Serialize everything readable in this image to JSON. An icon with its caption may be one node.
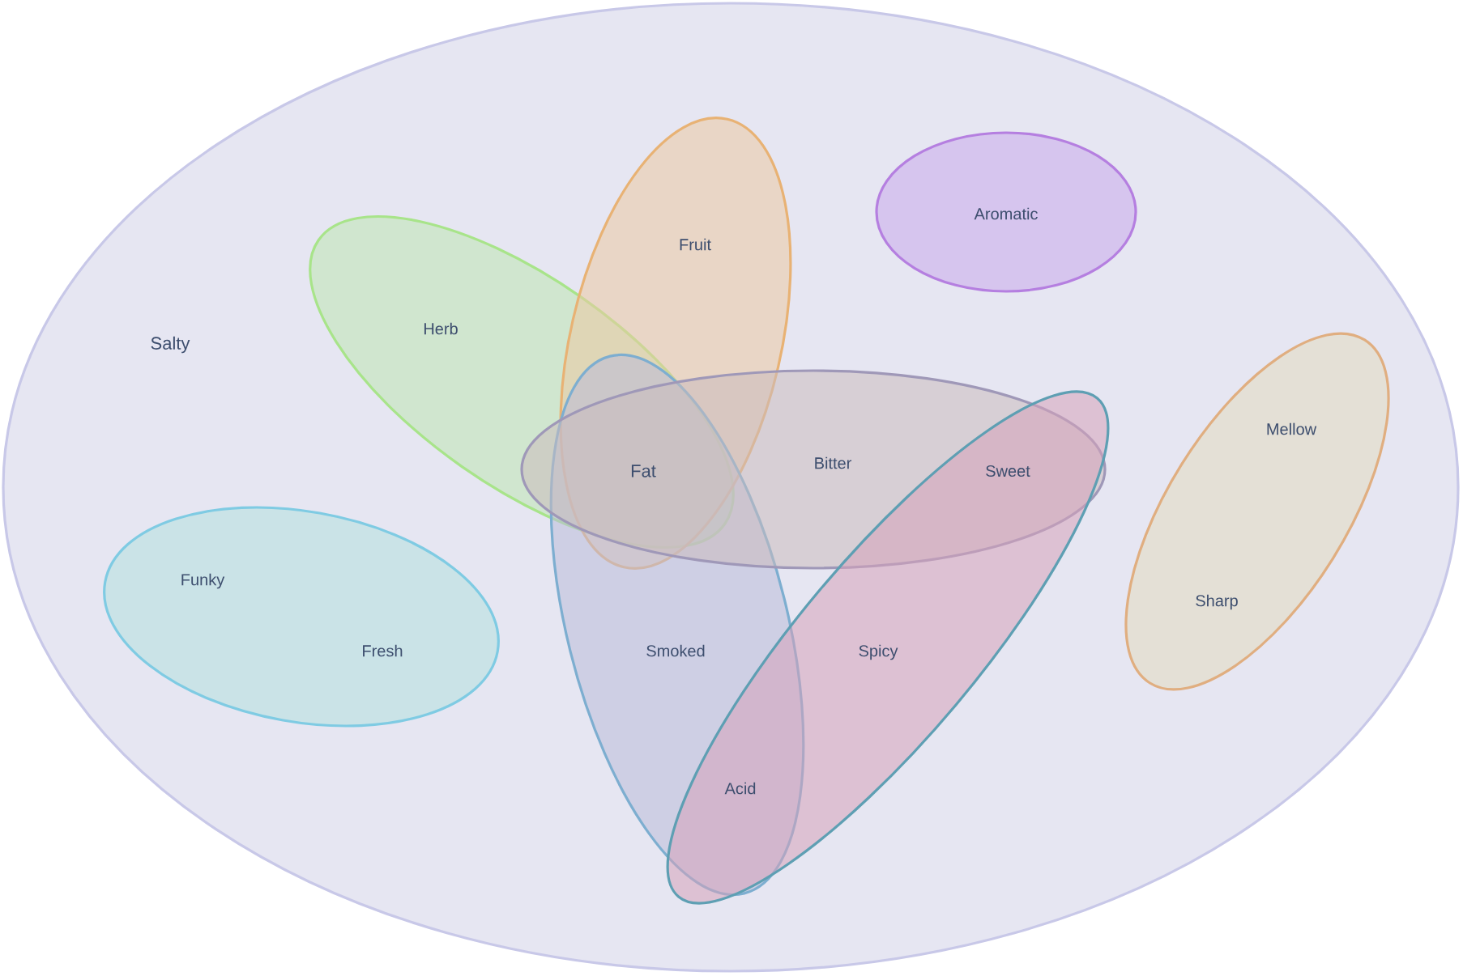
{
  "diagram": {
    "nodes": [
      {
        "text": [
          "Salty"
        ]
      },
      {
        "text": [
          "Aromatic"
        ],
        "in": 0
      },
      {
        "text": [
          "Fruit"
        ],
        "in": 0
      },
      {
        "text": [
          "Herb"
        ],
        "in": 0
      },
      {
        "text": [
          "Bitter",
          "Sweet"
        ],
        "in": 0
      },
      {
        "text": [
          "Mellow",
          "Sharp"
        ],
        "in": 0
      },
      {
        "text": [
          "Funky",
          "Fresh"
        ],
        "in": 0
      },
      {
        "text": [
          "Smoked",
          "Acid"
        ],
        "in": 0
      },
      {
        "text": [
          "Spicy"
        ],
        "in": 0
      }
    ],
    "labels": [
      "Fat"
    ]
  }
}
